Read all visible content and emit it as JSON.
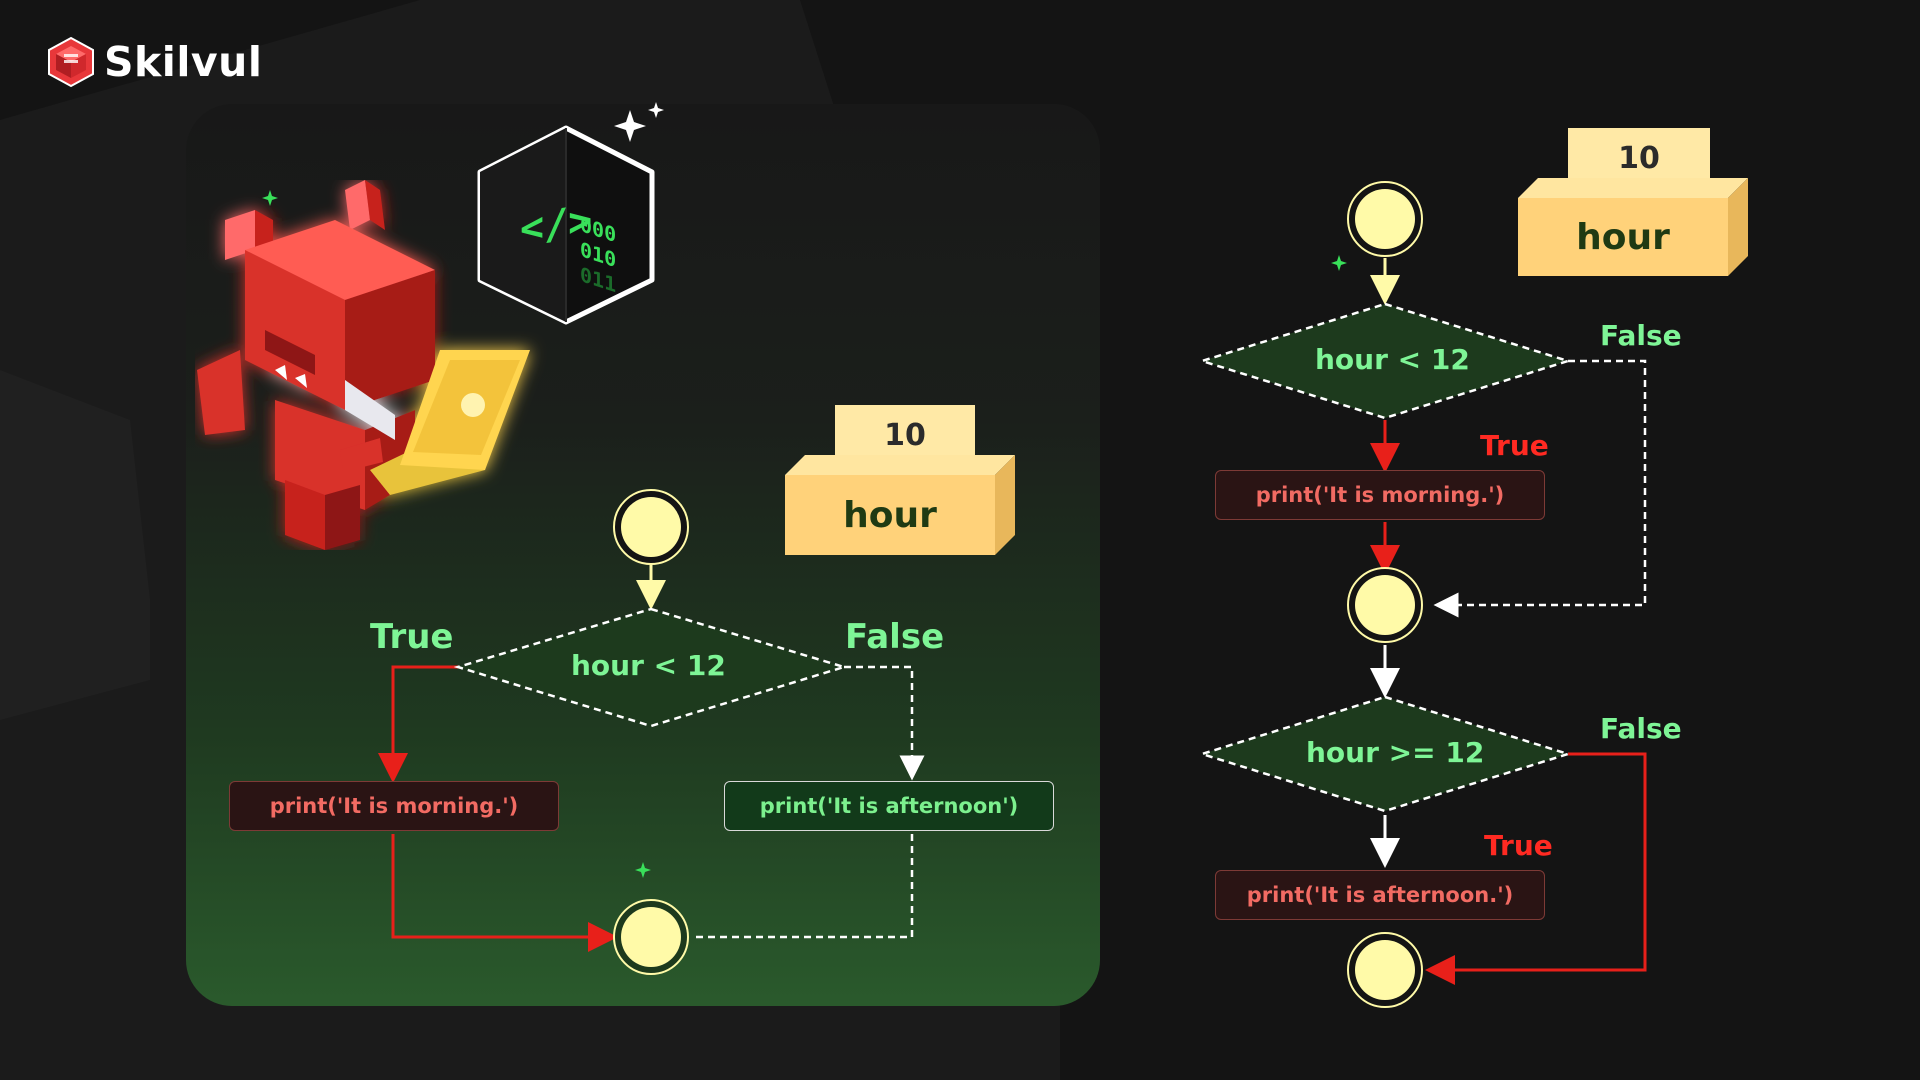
{
  "brand": {
    "name": "Skilvul"
  },
  "left_diagram": {
    "variable": {
      "value": "10",
      "name": "hour"
    },
    "condition": "hour < 12",
    "true_label": "True",
    "false_label": "False",
    "true_action": "print('It is  morning.')",
    "false_action": "print('It is afternoon')"
  },
  "right_diagram": {
    "variable": {
      "value": "10",
      "name": "hour"
    },
    "condition1": "hour < 12",
    "condition1_true": "True",
    "condition1_false": "False",
    "action1": "print('It is  morning.')",
    "condition2": "hour >= 12",
    "condition2_true": "True",
    "condition2_false": "False",
    "action2": "print('It is  afternoon.')"
  },
  "colors": {
    "background": "#141414",
    "node_fill": "#fffaa8",
    "green_text": "#7ef596",
    "red_text": "#ff2a22",
    "red_arrow": "#e8201a",
    "white_arrow": "#ffffff",
    "variable_box": "#ffd27a"
  },
  "icons": [
    "skilvul-logo-icon",
    "code-cube-icon",
    "sparkle-icon",
    "red-robot-mascot-illustration"
  ]
}
